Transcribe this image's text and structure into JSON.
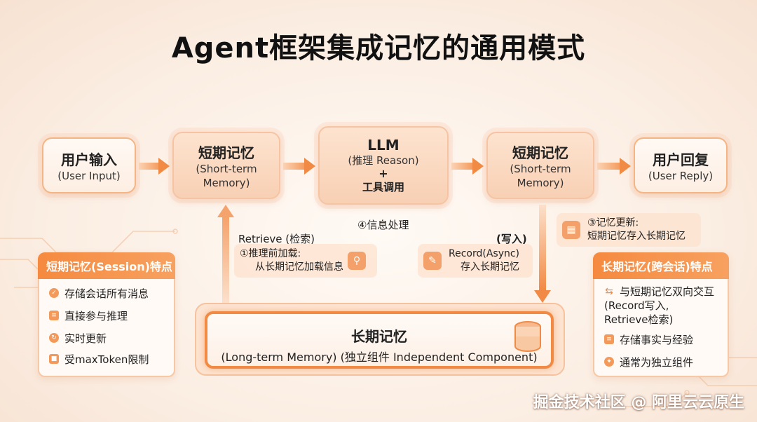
{
  "title": "Agent框架集成记忆的通用模式",
  "nodes": {
    "user_input": {
      "main": "用户输入",
      "sub": "(User Input)"
    },
    "stm_left": {
      "main": "短期记忆",
      "sub1": "(Short-term",
      "sub2": "Memory)"
    },
    "llm": {
      "main": "LLM",
      "sub": "(推理 Reason)",
      "plus": "+",
      "tools": "工具调用"
    },
    "stm_right": {
      "main": "短期记忆",
      "sub1": "(Short-term",
      "sub2": "Memory)"
    },
    "user_reply": {
      "main": "用户回复",
      "sub": "(User Reply)"
    }
  },
  "labels": {
    "info_processing": "④信息处理",
    "retrieve": "Retrieve (检索)",
    "write": "(写入)",
    "preload_1": "①推理前加载:",
    "preload_2": "从长期记忆加载信息",
    "record_1": "Record(Async)",
    "record_2": "存入长期记忆",
    "update_1": "③记忆更新:",
    "update_2": "短期记忆存入长期记忆"
  },
  "ltm": {
    "main": "长期记忆",
    "sub": "(Long-term Memory) (独立组件 Independent Component)"
  },
  "left_panel": {
    "header": "短期记忆(Session)特点",
    "items": [
      "存储会话所有消息",
      "直接参与推理",
      "实时更新",
      "受maxToken限制"
    ]
  },
  "right_panel": {
    "header": "长期记忆(跨会话)特点",
    "item1_l1": "与短期记忆双向交互",
    "item1_l2": "(Record写入,",
    "item1_l3": "Retrieve检索)",
    "item2": "存储事实与经验",
    "item3": "通常为独立组件"
  },
  "watermark": "掘金技术社区 @ 阿里云云原生",
  "colors": {
    "accent": "#f28a44",
    "node_fill": "#f8d0b4",
    "header": "#f58a3f"
  },
  "icons": [
    "check-icon",
    "document-icon",
    "refresh-icon",
    "box-icon",
    "swap-icon",
    "layers-icon",
    "puzzle-icon",
    "search-icon",
    "edit-icon",
    "save-icon",
    "database-icon"
  ]
}
